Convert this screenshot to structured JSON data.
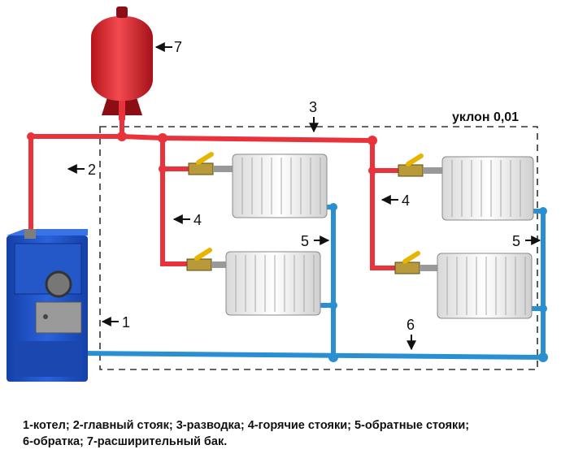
{
  "labels": {
    "n1": "1",
    "n2": "2",
    "n3": "3",
    "n4a": "4",
    "n4b": "4",
    "n5a": "5",
    "n5b": "5",
    "n6": "6",
    "n7": "7",
    "slope": "уклон 0,01"
  },
  "legend": {
    "line1": "1-котел; 2-главный стояк; 3-разводка; 4-горячие стояки; 5-обратные стояки;",
    "line2": "6-обратка; 7-расширительный бак."
  },
  "colors": {
    "supply": "#e8323c",
    "return": "#2a8fd0",
    "boiler": "#1b4fc4",
    "tank": "#e2262e",
    "valve_handle": "#e8b400",
    "outline": "#333333"
  }
}
